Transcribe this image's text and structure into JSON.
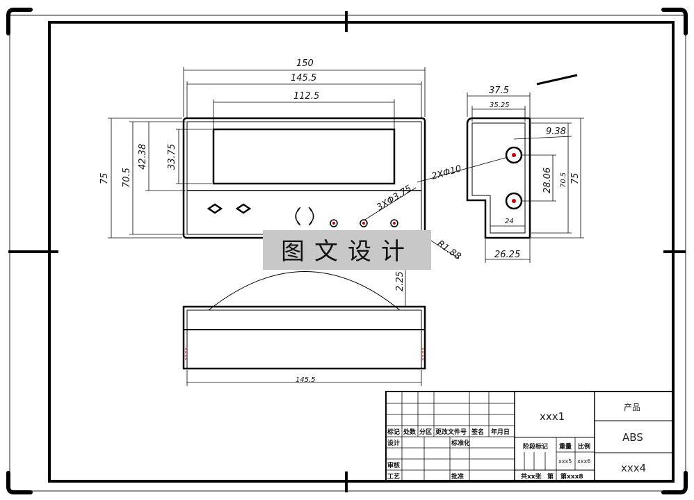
{
  "front_view": {
    "dim_overall_width": "150",
    "dim_inner_width": "145.5",
    "dim_window_width": "112.5",
    "dim_overall_height": "75",
    "dim_inner_height": "70.5",
    "dim_upper_height": "42.38",
    "dim_window_height": "33.75",
    "dim_button_holes": "3XΦ3.75",
    "dim_radius": "R1.88"
  },
  "side_view": {
    "dim_width": "37.5",
    "dim_inner_width": "35.25",
    "dim_hole_offset": "9.38",
    "dim_holes": "2XΦ10",
    "dim_hole_spacing": "28.06",
    "dim_inner_height": "70.5",
    "dim_height": "75",
    "dim_step_width": "24",
    "dim_bottom_width": "26.25"
  },
  "bottom_view": {
    "dim_wall": "2.25",
    "dim_width": "145.5"
  },
  "watermark": "图文设计",
  "title_block": {
    "header_labels": [
      "标记",
      "处数",
      "分区",
      "更改文件号",
      "签名",
      "年月日"
    ],
    "design": "设计",
    "standardization": "标准化",
    "review": "审核",
    "process": "工艺",
    "approve": "批准",
    "stage_mark": "阶段标记",
    "weight": "重量",
    "scale": "比例",
    "weight_value": "xxx5",
    "scale_value": "xxx6",
    "sheets": "共xx张",
    "sheet_number": "第xxx8",
    "sheet_prefix": "第",
    "drawing_name": "xxx1",
    "product_label": "产品",
    "material": "ABS",
    "drawing_code": "xxx4"
  }
}
